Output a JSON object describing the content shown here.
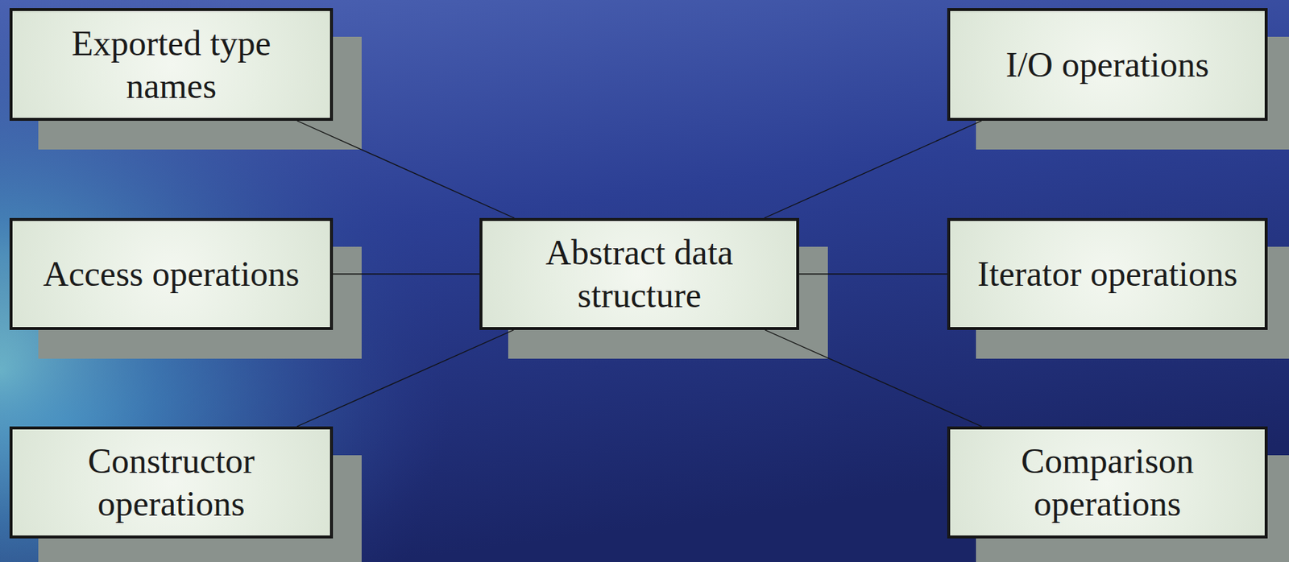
{
  "diagram": {
    "nodes": [
      {
        "text": [
          "Exported type names"
        ]
      },
      {
        "text": [
          "I/O operations"
        ]
      },
      {
        "text": [
          "Access operations"
        ]
      },
      {
        "text": [
          "Abstract data structure"
        ]
      },
      {
        "text": [
          "Iterator operations"
        ]
      },
      {
        "text": [
          "Constructor operations"
        ]
      },
      {
        "text": [
          "Comparison operations"
        ]
      }
    ],
    "edges": [
      {
        "from": 3,
        "to": 0,
        "arrow": "none"
      },
      {
        "from": 3,
        "to": 1,
        "arrow": "none"
      },
      {
        "from": 3,
        "to": 2,
        "arrow": "none"
      },
      {
        "from": 3,
        "to": 4,
        "arrow": "none"
      },
      {
        "from": 3,
        "to": 5,
        "arrow": "none"
      },
      {
        "from": 3,
        "to": 6,
        "arrow": "none"
      }
    ]
  }
}
